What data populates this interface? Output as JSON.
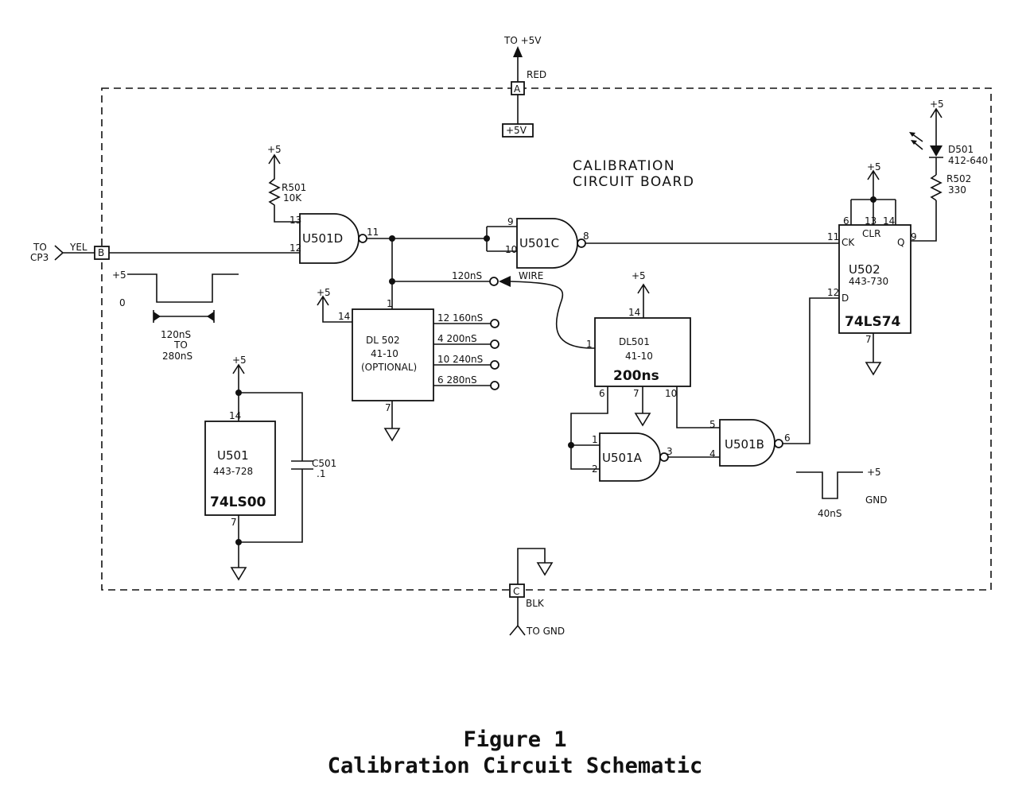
{
  "caption": {
    "figure": "Figure 1",
    "title": "Calibration Circuit Schematic"
  },
  "board_title": [
    "CALIBRATION",
    "CIRCUIT BOARD"
  ],
  "connectors": {
    "a": {
      "pin": "A",
      "wire": "RED",
      "dest": "TO +5V",
      "box": "+5V"
    },
    "b": {
      "pin": "B",
      "wire": "YEL",
      "dest1": "TO",
      "dest2": "CP3"
    },
    "c": {
      "pin": "C",
      "wire": "BLK",
      "dest": "TO GND"
    }
  },
  "supply": "+5",
  "r501": {
    "ref": "R501",
    "value": "10K"
  },
  "r502": {
    "ref": "R502",
    "value": "330"
  },
  "d501": {
    "ref": "D501",
    "part": "412-640"
  },
  "c501": {
    "ref": "C501",
    "value": ".1"
  },
  "u501": {
    "ref": "U501",
    "part": "443-728",
    "type": "74LS00",
    "vcc_pin": "14",
    "gnd_pin": "7"
  },
  "u502": {
    "ref": "U502",
    "part": "443-730",
    "type": "74LS74",
    "vcc_pin": "14",
    "gnd_pin": "7",
    "ck": "CK",
    "clr": "CLR",
    "q": "Q",
    "d": "D",
    "ck_pin": "11",
    "clr_pin_a": "13",
    "pre_pin": "6",
    "clr_pin_b": "14",
    "q_pin": "9",
    "d_pin": "12"
  },
  "gates": {
    "u501d": {
      "name": "U501D",
      "in_a": "13",
      "in_b": "12",
      "out": "11"
    },
    "u501c": {
      "name": "U501C",
      "in_a": "9",
      "in_b": "10",
      "out": "8"
    },
    "u501a": {
      "name": "U501A",
      "in_a": "1",
      "in_b": "2",
      "out": "3"
    },
    "u501b": {
      "name": "U501B",
      "in_a": "5",
      "in_b": "4",
      "out": "6"
    }
  },
  "dl502": {
    "ref": "DL 502",
    "part": "41-10",
    "note": "(OPTIONAL)",
    "vcc_pin": "14",
    "in_pin": "1",
    "gnd_pin": "7",
    "taps": [
      "12 160nS",
      "4 200nS",
      "10 240nS",
      "6 280nS"
    ]
  },
  "dl501": {
    "ref": "DL501",
    "part": "41-10",
    "delay": "200ns",
    "vcc_pin": "14",
    "in_pin": "1",
    "tap_a": "6",
    "gnd_pin": "7",
    "tap_b": "10"
  },
  "jumper": {
    "tap": "120nS",
    "label": "WIRE"
  },
  "waveforms": {
    "input": {
      "high": "+5",
      "low": "0",
      "width1": "120nS",
      "width2": "TO",
      "width3": "280nS"
    },
    "output": {
      "width": "40nS",
      "high": "+5",
      "low": "GND"
    }
  }
}
